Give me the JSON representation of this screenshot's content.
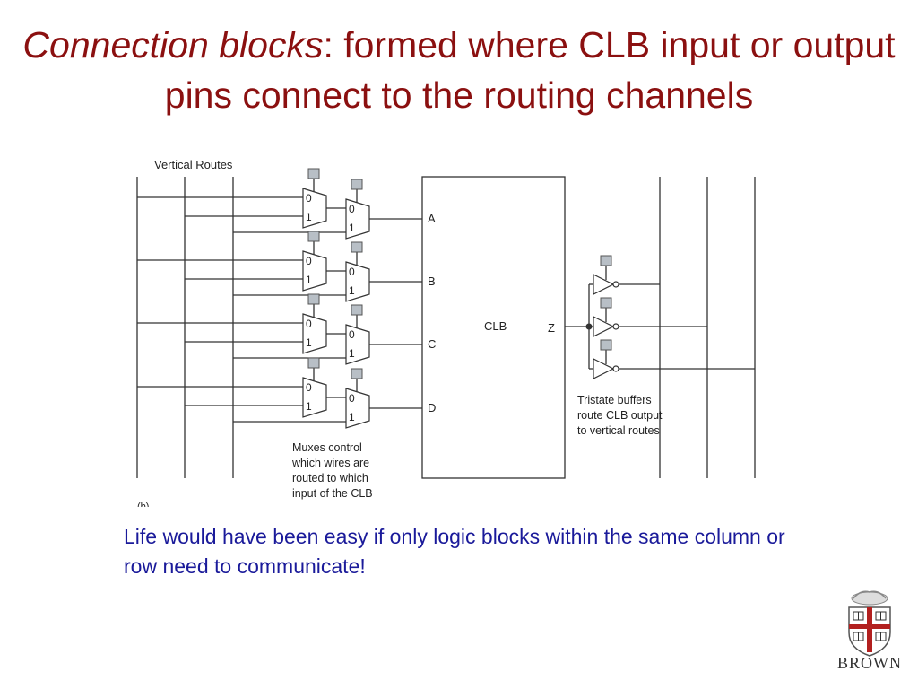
{
  "slide": {
    "title_em": "Connection blocks",
    "title_rest": ": formed where CLB input or output pins connect to the routing channels",
    "caption": "Life would have been easy if only logic blocks within the same column or row need to communicate!",
    "logo_text": "BROWN"
  },
  "diagram": {
    "vertical_routes_label": "Vertical Routes",
    "mux_bit0": "0",
    "mux_bit1": "1",
    "clb_label": "CLB",
    "inputs": [
      "A",
      "B",
      "C",
      "D"
    ],
    "output_pin": "Z",
    "mux_note": [
      "Muxes control",
      "which wires are",
      "routed to which",
      "input of the CLB"
    ],
    "tristate_note": [
      "Tristate buffers",
      "route CLB output",
      "to vertical routes"
    ],
    "figure_tag": "(b)"
  },
  "colors": {
    "title": "#8b1010",
    "caption": "#1a1a9a",
    "config_box": "#b8bfc6",
    "shield_red": "#b2201f"
  }
}
